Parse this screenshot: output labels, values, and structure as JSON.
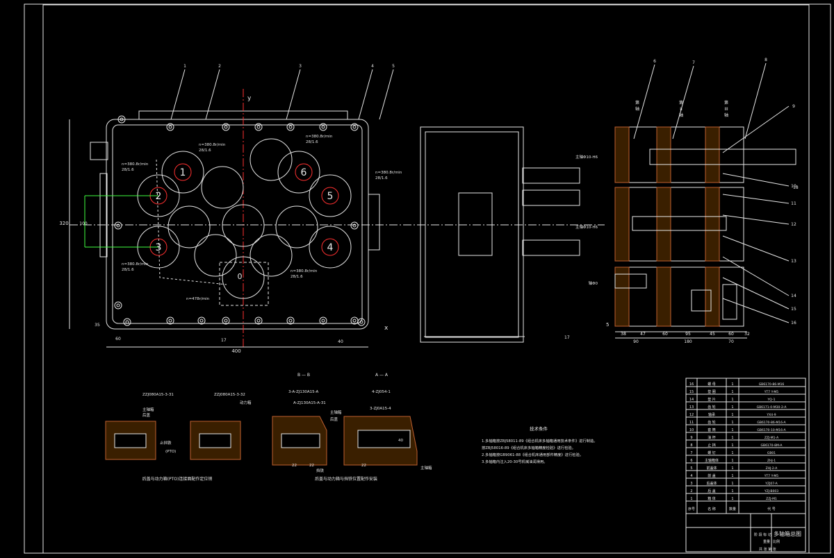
{
  "drawing": {
    "title": "多轴箱总图",
    "view_labels": {
      "bb": "B — B",
      "aa": "A — A"
    },
    "axis_labels": {
      "y": "y",
      "x": "x",
      "origin": "0"
    },
    "shafts": [
      {
        "id": "1",
        "note": "n=380.8r/min\n28/1.6"
      },
      {
        "id": "2",
        "note": "n=380.8r/min\n28/1.6"
      },
      {
        "id": "3",
        "note": "n=380.8r/min\n28/1.6"
      },
      {
        "id": "4",
        "note": "n=380.8r/min\n28/1.6"
      },
      {
        "id": "5",
        "note": "n=380.8r/min\n28/1.6"
      },
      {
        "id": "6",
        "note": "n=380.8r/min\n28/1.6"
      }
    ],
    "drive_note": "n=478r/min",
    "callouts_top": [
      "1",
      "2",
      "3",
      "4",
      "5"
    ],
    "callouts_right": [
      "9",
      "10",
      "11",
      "12",
      "13",
      "14",
      "15",
      "16"
    ],
    "callouts_upper_right": [
      "6",
      "7",
      "8"
    ],
    "callouts_misc": [
      "17",
      "18",
      "5"
    ],
    "section_top_labels": [
      "第\n轴",
      "第\nII\n轴",
      "第\nIII\n轴"
    ],
    "side_dims": [
      "38",
      "47",
      "60",
      "95",
      "45",
      "60",
      "32"
    ],
    "side_dims_bottom": [
      "90",
      "180",
      "70"
    ],
    "main_dims": {
      "width": "400",
      "height": "320",
      "left": "60",
      "mid": "100",
      "bottom": "35",
      "right": "40"
    },
    "section_left_labels": [
      "主轴Φ10-H6",
      "主轴Φ10-H6",
      "轴Φ0"
    ],
    "detail_titles": [
      "后盖与动力箱(PTO)连接面配作定位销",
      "后盖与动力箱与挡铁位置配作安装"
    ],
    "detail_labels": {
      "a1": "ZZJ080A15-3-31",
      "a2": "ZZJ080A15-3-32",
      "a3": "止挡铁",
      "a4": "后盖",
      "a5": "主轴箱",
      "a6": "动力箱",
      "a7": "(PTO)",
      "b1": "3-A-ZJ130A15-A",
      "b2": "A-ZJ130A15-A-31",
      "b3": "4-ZJ054-1",
      "b4": "3-ZJ0A15-4",
      "b5": "主轴箱",
      "b6": "后盖",
      "b7": "挡铁",
      "b8": "主轴箱",
      "b9": "22",
      "b10": "22",
      "b11": "22",
      "b12": "40"
    },
    "tech_req": {
      "title": "技术条件",
      "lines": [
        "1.多轴箱按ZBJ58011-89《组合机床多轴箱通用技术条件》进行制造。",
        "  按ZBJ58016-89《组合机床多轴箱精度检验》进行检验。",
        "2.多轴箱按GB9061-88《组合机床通用部件精度》进行检验。",
        "3.多轴箱内注入20-30号机械油润滑用。"
      ]
    },
    "bom": {
      "rows": [
        {
          "no": "16",
          "name": "螺 母",
          "qty": "1",
          "code": "GB6170-86-M16"
        },
        {
          "no": "15",
          "name": "垫 圈",
          "qty": "1",
          "code": "YT7 Y-M5"
        },
        {
          "no": "14",
          "name": "垫 片",
          "qty": "1",
          "code": "YQ-1"
        },
        {
          "no": "13",
          "name": "齿 轮",
          "qty": "1",
          "code": "GB6171-0-M30-2-A"
        },
        {
          "no": "12",
          "name": "轴承",
          "qty": "1",
          "code": "YX4-9"
        },
        {
          "no": "11",
          "name": "齿 轮",
          "qty": "1",
          "code": "GB6170-86-M16-A"
        },
        {
          "no": "10",
          "name": "套 筒",
          "qty": "1",
          "code": "GB6170-10-M16-A"
        },
        {
          "no": "9",
          "name": "油 杯",
          "qty": "1",
          "code": "ZZJ-M1-A"
        },
        {
          "no": "8",
          "name": "止 挡",
          "qty": "1",
          "code": "GB6170-8M-A"
        },
        {
          "no": "7",
          "name": "螺 钉",
          "qty": "1",
          "code": "GB01"
        },
        {
          "no": "6",
          "name": "主轴箱体",
          "qty": "1",
          "code": "ZHJ-1"
        },
        {
          "no": "5",
          "name": "前盖体",
          "qty": "1",
          "code": "ZHJ-2-A"
        },
        {
          "no": "4",
          "name": "前 盖",
          "qty": "1",
          "code": "YT7 Y-M5"
        },
        {
          "no": "3",
          "name": "后盖体",
          "qty": "1",
          "code": "YZJ07-A"
        },
        {
          "no": "2",
          "name": "后 盖",
          "qty": "1",
          "code": "YZJ-B003"
        },
        {
          "no": "1",
          "name": "箱 体",
          "qty": "1",
          "code": "ZZJ-M1"
        }
      ],
      "header": {
        "no": "序号",
        "name": "名 称",
        "qty": "数量",
        "code": "代 号"
      },
      "stage_labels": [
        "阶 段 标 记",
        "重量",
        "比例"
      ],
      "sheet": "共 张  第 张"
    }
  }
}
